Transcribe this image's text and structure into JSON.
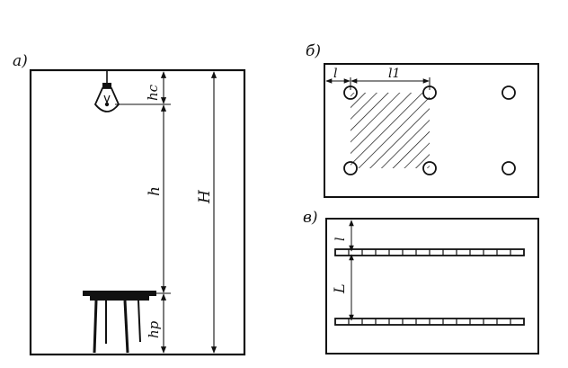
{
  "panel_a": {
    "label": "а)",
    "dim_lamp": "hc",
    "dim_work": "h",
    "dim_room": "H",
    "dim_table": "hp"
  },
  "panel_b": {
    "label": "б)",
    "dim_edge": "l",
    "dim_spacing": "l1"
  },
  "panel_c": {
    "label": "в)",
    "dim_edge": "l",
    "dim_spacing": "L"
  }
}
